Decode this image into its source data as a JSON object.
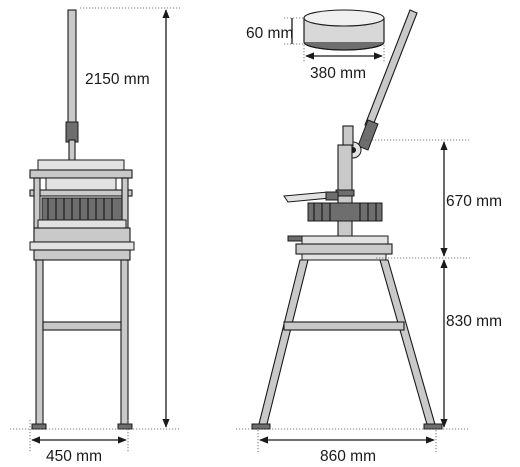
{
  "dimensions": {
    "total_height": "2150 mm",
    "base_width_front": "450 mm",
    "base_width_side": "860 mm",
    "upper_height": "670 mm",
    "stand_height": "830 mm",
    "tray_height": "60 mm",
    "tray_diameter": "380 mm"
  }
}
